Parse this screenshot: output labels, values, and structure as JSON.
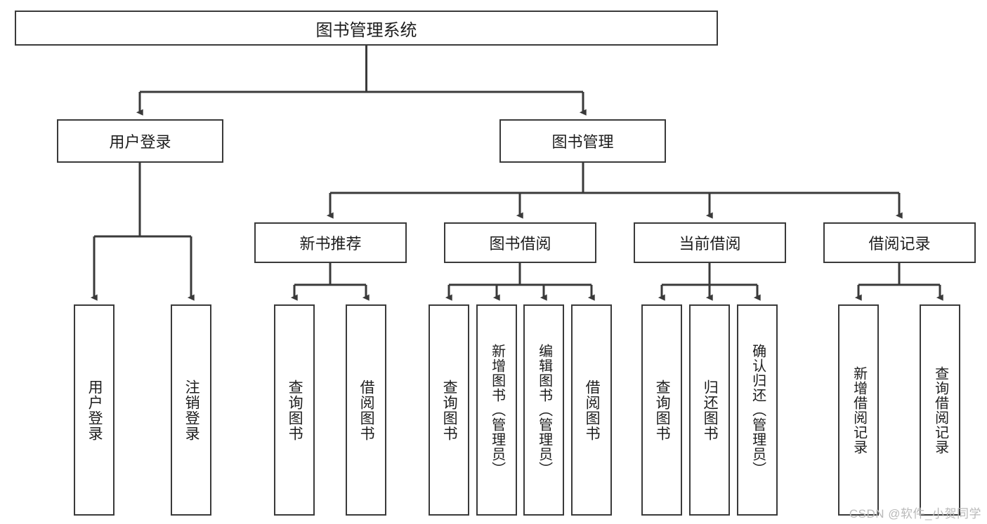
{
  "diagram": {
    "type": "tree-hierarchy",
    "title": "图书管理系统",
    "watermark": "CSDN @软件_小贺同学",
    "colors": {
      "background": "#ffffff",
      "box_fill": "#ffffff",
      "box_stroke": "#3a3a3a",
      "connector": "#3a3a3a",
      "text": "#1d1d1d",
      "watermark": "#b9b9b9"
    },
    "root": {
      "label": "图书管理系统"
    },
    "level2": [
      {
        "label": "用户登录"
      },
      {
        "label": "图书管理"
      }
    ],
    "level3": [
      {
        "label": "新书推荐"
      },
      {
        "label": "图书借阅"
      },
      {
        "label": "当前借阅"
      },
      {
        "label": "借阅记录"
      }
    ],
    "leaves": {
      "user_login": [
        {
          "label": "用户登录"
        },
        {
          "label": "注销登录"
        }
      ],
      "new_book_recommend": [
        {
          "label": "查询图书"
        },
        {
          "label": "借阅图书"
        }
      ],
      "book_borrow": [
        {
          "label": "查询图书"
        },
        {
          "label": "新增图书（管理员）"
        },
        {
          "label": "编辑图书（管理员）"
        },
        {
          "label": "借阅图书"
        }
      ],
      "current_borrow": [
        {
          "label": "查询图书"
        },
        {
          "label": "归还图书"
        },
        {
          "label": "确认归还（管理员）"
        }
      ],
      "borrow_record": [
        {
          "label": "新增借阅记录"
        },
        {
          "label": "查询借阅记录"
        }
      ]
    }
  }
}
